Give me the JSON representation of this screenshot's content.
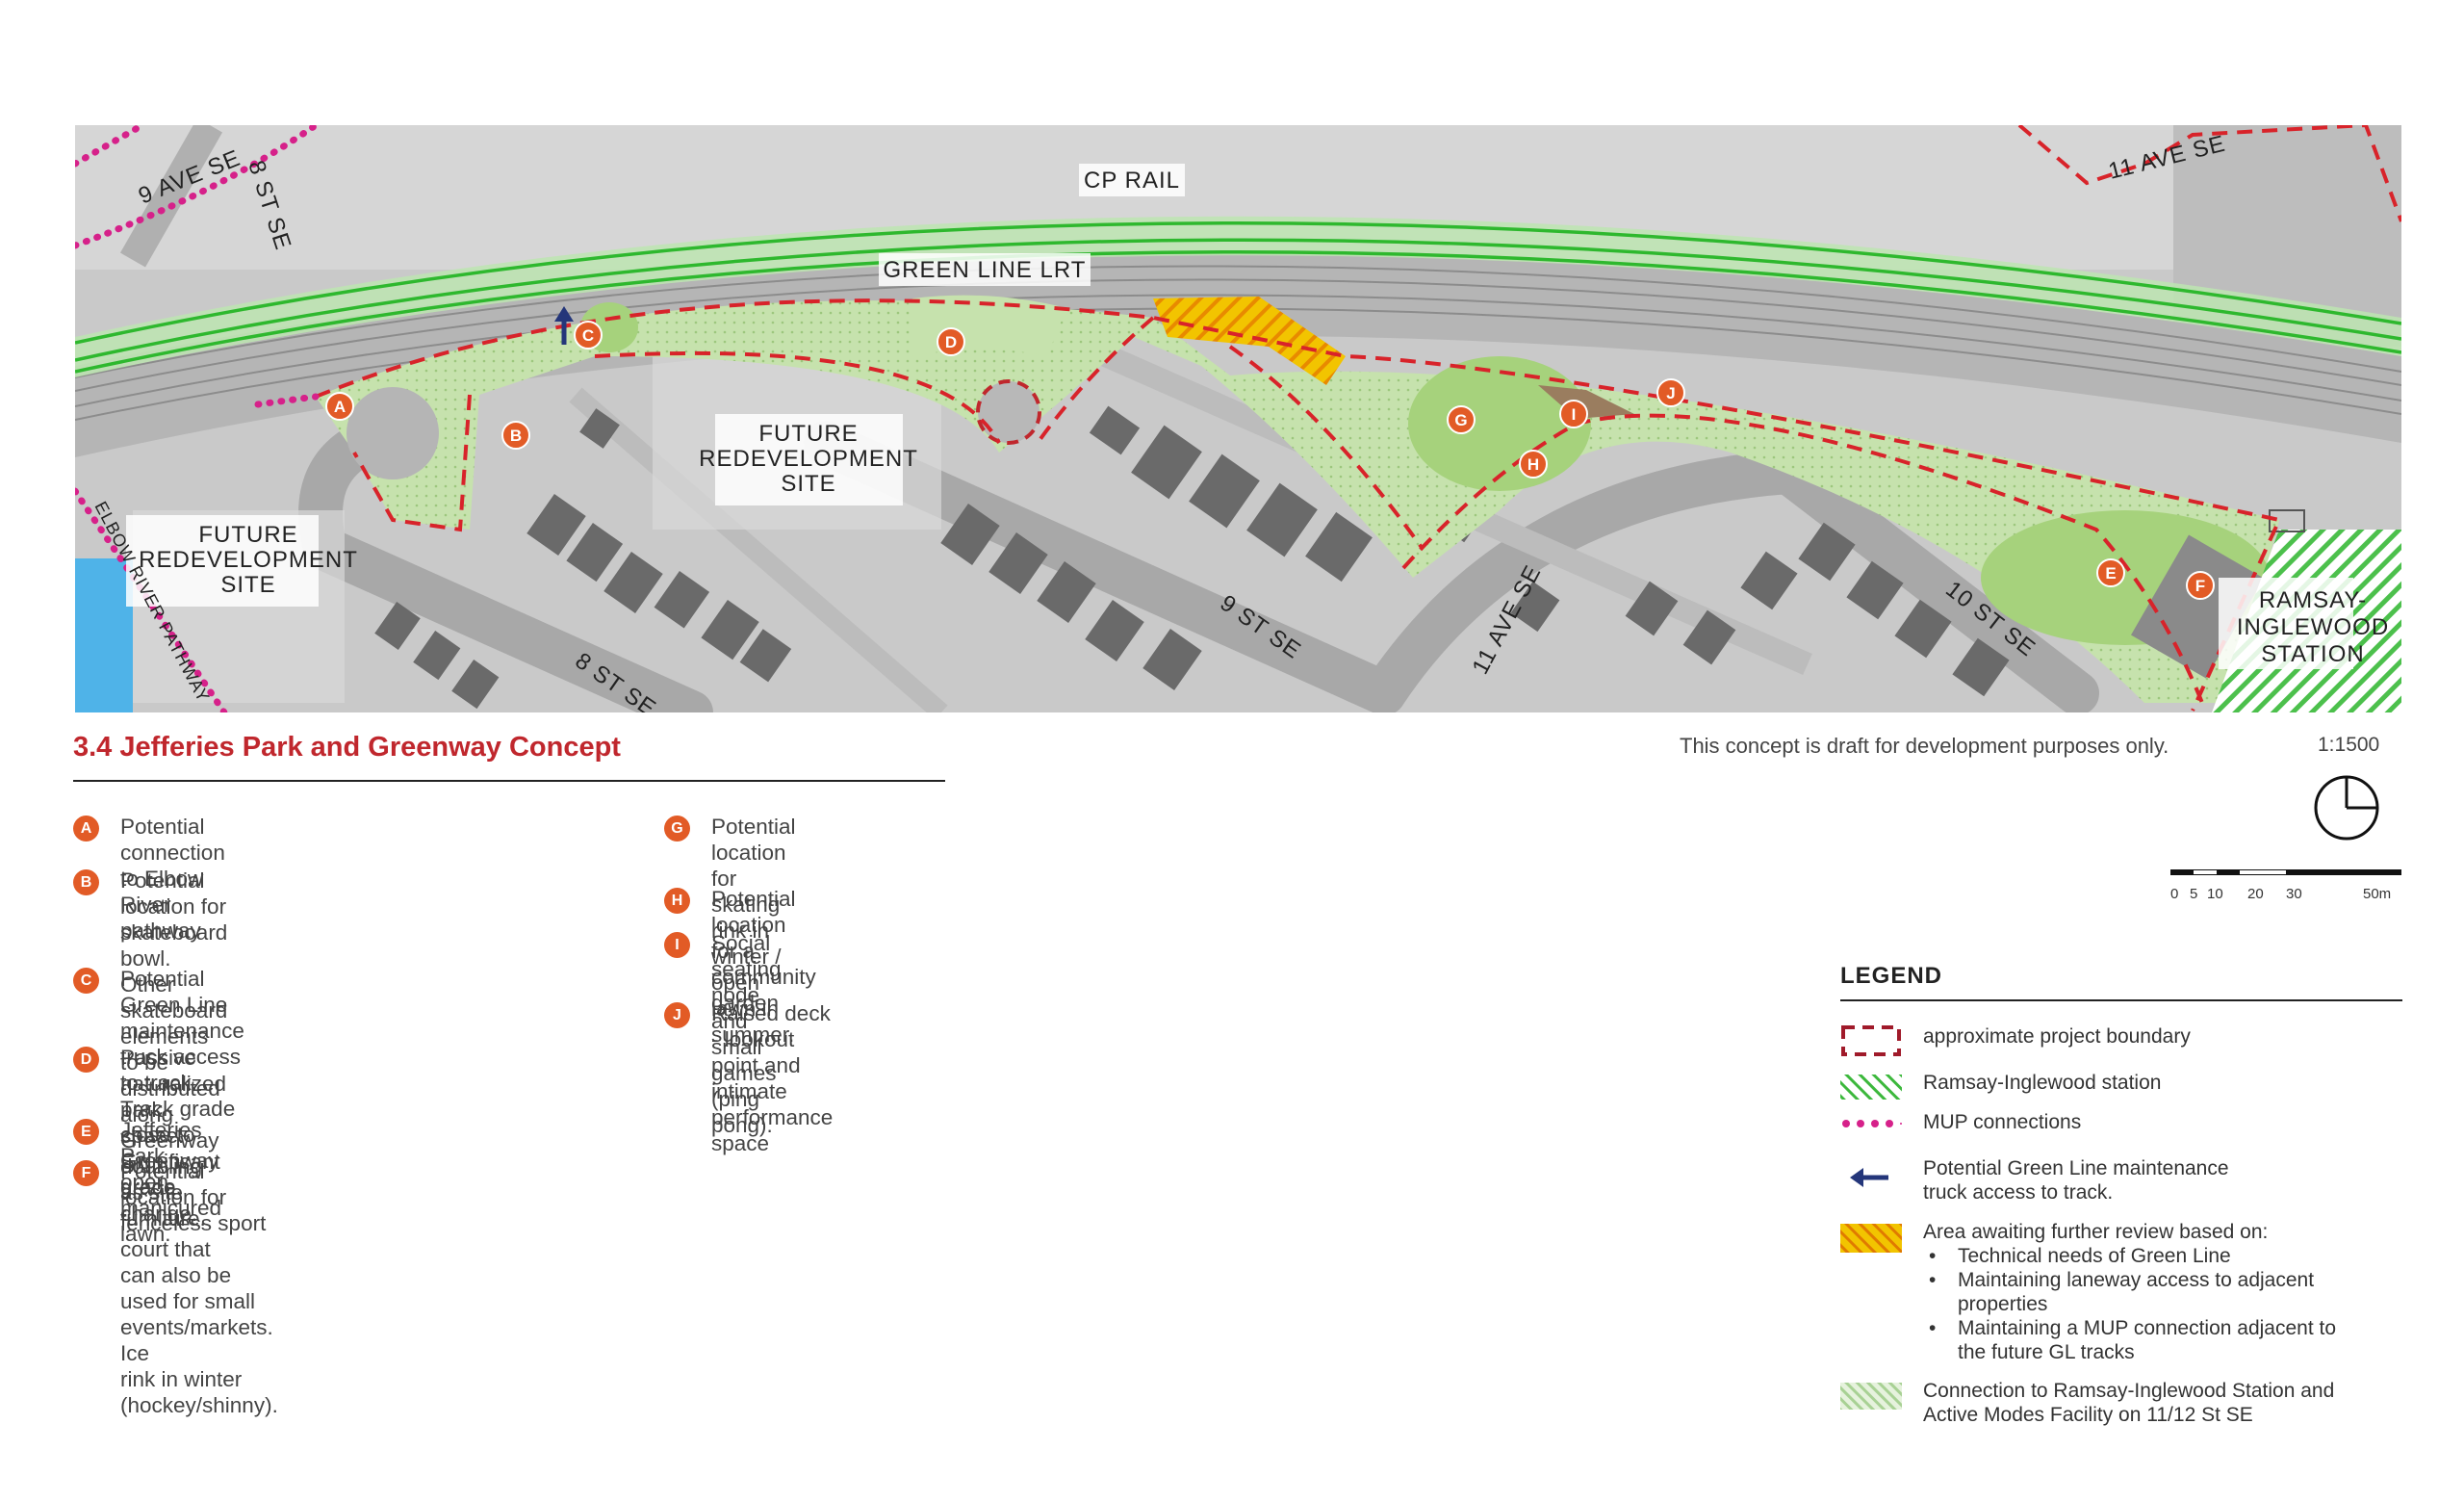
{
  "map": {
    "labels": {
      "cp_rail": "CP RAIL",
      "green_line": "GREEN LINE LRT",
      "ave9": "9 AVE SE",
      "st8_top": "8 ST SE",
      "ave11_top": "11 AVE SE",
      "future_left": [
        "FUTURE",
        "REDEVELOPMENT",
        "SITE"
      ],
      "future_mid": [
        "FUTURE",
        "REDEVELOPMENT",
        "SITE"
      ],
      "elbow": "ELBOW RIVER PATHWAY",
      "st8_bottom": "8 ST SE",
      "st9": "9 ST SE",
      "ave11": "11 AVE SE",
      "st10": "10 ST SE",
      "station": [
        "RAMSAY-",
        "INGLEWOOD",
        "STATION"
      ]
    },
    "markers": [
      "A",
      "B",
      "C",
      "D",
      "E",
      "F",
      "G",
      "H",
      "I",
      "J"
    ]
  },
  "title": "3.4 Jefferies Park and Greenway Concept",
  "disclaimer": "This concept is draft for development purposes only.",
  "scale": {
    "ratio": "1:1500",
    "ticks": [
      "0",
      "5",
      "10",
      "20",
      "30",
      "50m"
    ]
  },
  "keys_left": [
    {
      "letter": "A",
      "text": "Potential connection to Elbow River pathway"
    },
    {
      "letter": "B",
      "text": "Potential location for skateboard bowl. Other\nskateboard elements to be distributed along\nGreenway doubling as site furniture."
    },
    {
      "letter": "C",
      "text": "Potential Green Line maintenance truck access\nto track. Track grade close to Greenway grade."
    },
    {
      "letter": "D",
      "text": "Passive naturalized park space. Significant\ngrade change."
    },
    {
      "letter": "E",
      "text": "Jefferies Park - open manicured lawn."
    },
    {
      "letter": "F",
      "text": "Potential location for fenceless sport court that\ncan also be used for small events/markets. Ice\nrink in winter (hockey/shinny)."
    }
  ],
  "keys_right": [
    {
      "letter": "G",
      "text": "Potential location for skating rink in winter /\nopen lawn in summer."
    },
    {
      "letter": "H",
      "text": "Potential location for a community garden"
    },
    {
      "letter": "I",
      "text": "Social seating node and small games (ping\npong)."
    },
    {
      "letter": "J",
      "text": "Raised deck - lookout point and intimate\nperformance space"
    }
  ],
  "legend": {
    "title": "LEGEND",
    "items": {
      "boundary": "approximate project boundary",
      "station": "Ramsay-Inglewood station",
      "mup": "MUP connections",
      "truck": "Potential Green Line maintenance\ntruck access to track.",
      "review": "Area awaiting further review based on:",
      "review_bullets": [
        "Technical needs of Green Line",
        "Maintaining laneway access to adjacent\nproperties",
        "Maintaining a MUP connection adjacent to\nthe future GL tracks"
      ],
      "connection": "Connection to Ramsay-Inglewood Station and\nActive Modes Facility on 11/12 St SE"
    }
  },
  "colors": {
    "accent_red": "#c0272d",
    "marker_orange": "#e25b26",
    "lrt_green": "#2eb82e",
    "park_green": "#a6d27c",
    "mup_magenta": "#d6218a",
    "truck_blue": "#24367a",
    "review_yellow": "#f2c400"
  }
}
